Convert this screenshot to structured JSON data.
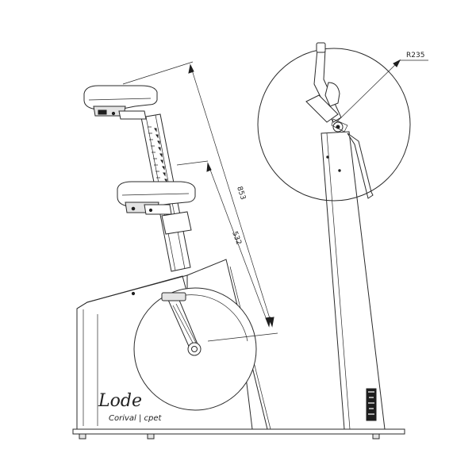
{
  "dimensions": {
    "max_height": "853",
    "min_height": "532",
    "detail_radius": "R235"
  },
  "brand": {
    "logo": "Lode",
    "model": "Corival | cpet"
  }
}
